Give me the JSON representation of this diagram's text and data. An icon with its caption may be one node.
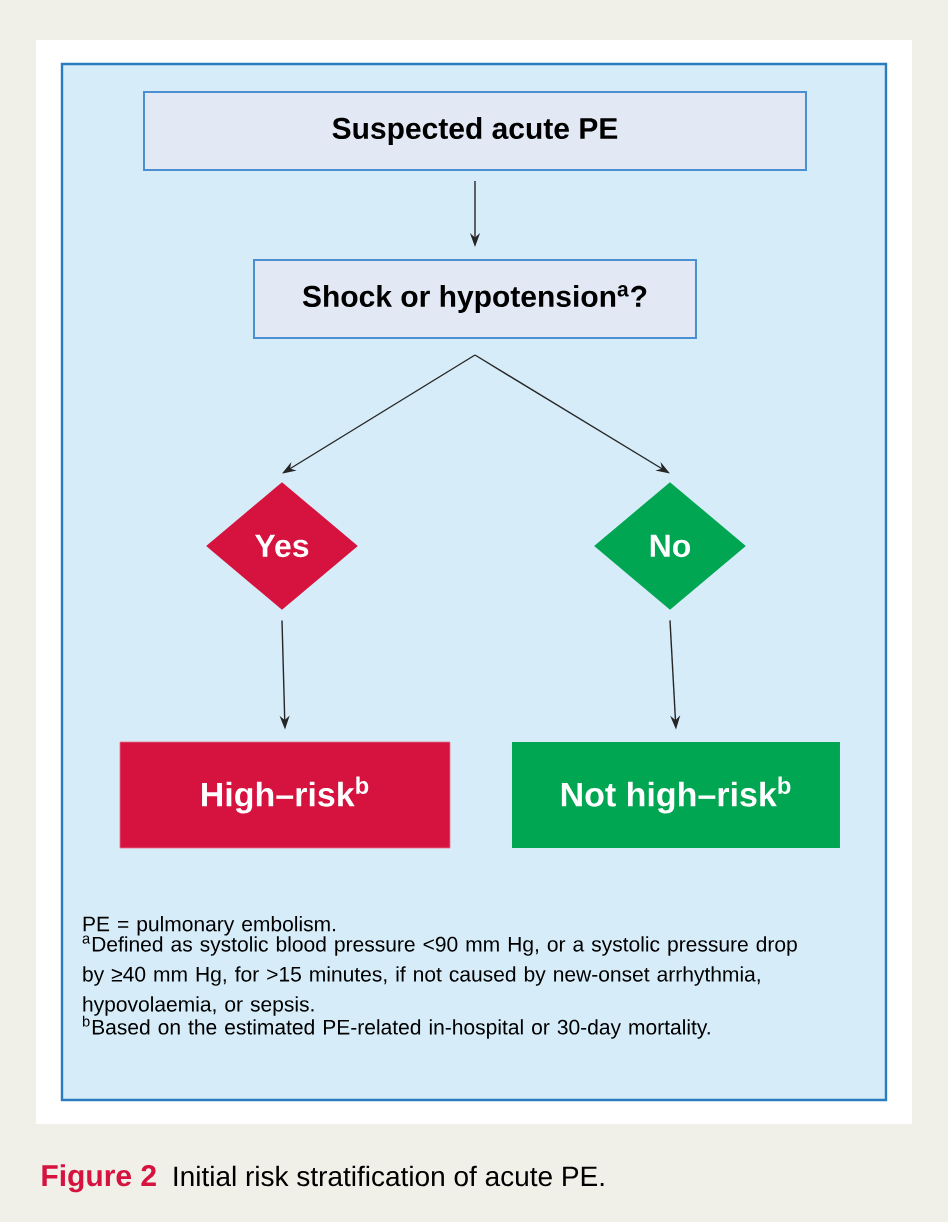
{
  "diagram": {
    "caption": "Initial risk stratification of acute PE.",
    "nodes": [
      {
        "text": [
          "Suspected acute PE"
        ]
      },
      {
        "text": [
          "Shock or hypotension$^{a}$?"
        ]
      },
      {
        "text": [
          "Yes"
        ]
      },
      {
        "text": [
          "No"
        ]
      },
      {
        "text": [
          "High–risk$^{b}$"
        ]
      },
      {
        "text": [
          "Not high–risk$^{b}$"
        ]
      }
    ],
    "edges": [
      {
        "from": 0,
        "to": 1,
        "arrow": "to"
      },
      {
        "from": 1,
        "to": 2,
        "arrow": "to"
      },
      {
        "from": 1,
        "to": 3,
        "arrow": "to"
      },
      {
        "from": 2,
        "to": 4,
        "arrow": "to"
      },
      {
        "from": 3,
        "to": 5,
        "arrow": "to"
      }
    ],
    "labels": [
      "PE = pulmonary embolism.",
      "$^{a}$Defined as systolic blood pressure <90 mm Hg, or a systolic pressure drop by ≥40 mm Hg, for >15 minutes, if not caused by new-onset arrhythmia, hypovolaemia, or sepsis.",
      "$^{b}$Based on the estimated PE-related in-hospital or 30-day mortality.",
      "Figure 2"
    ]
  }
}
